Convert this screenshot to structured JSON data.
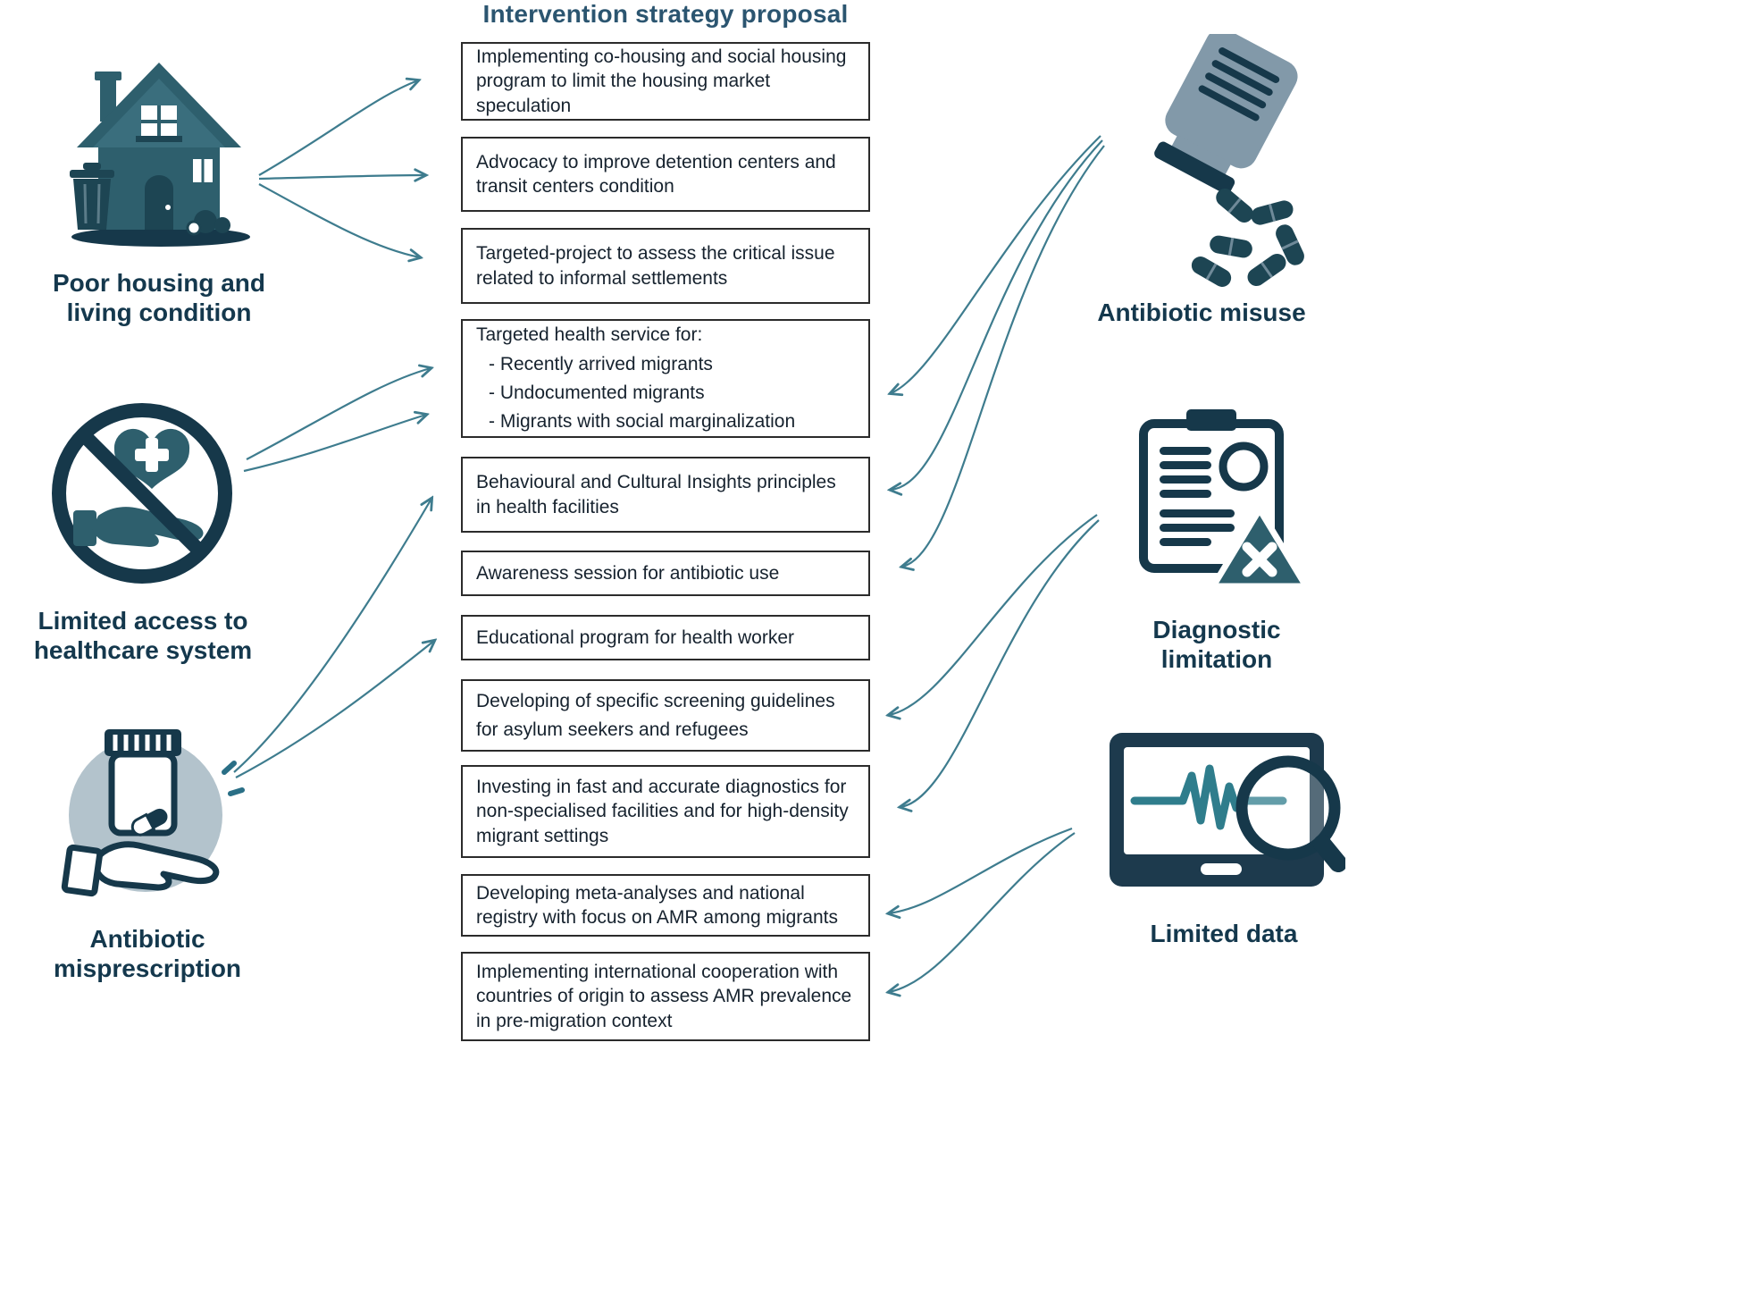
{
  "title": "Intervention strategy proposal",
  "left_causes": [
    {
      "id": "poor-housing",
      "label": "Poor housing and\nliving condition",
      "icon": "house-icon"
    },
    {
      "id": "limited-access",
      "label": "Limited access to\nhealthcare system",
      "icon": "no-healthcare-access-icon"
    },
    {
      "id": "antibiotic-misprescription",
      "label": "Antibiotic misprescription",
      "icon": "pill-bottle-in-hand-icon"
    }
  ],
  "right_causes": [
    {
      "id": "antibiotic-misuse",
      "label": "Antibiotic misuse",
      "icon": "spilled-antibiotic-bottle-icon"
    },
    {
      "id": "diagnostic-limitation",
      "label": "Diagnostic limitation",
      "icon": "clipboard-warning-icon"
    },
    {
      "id": "limited-data",
      "label": "Limited data",
      "icon": "monitor-heartbeat-magnifier-icon"
    }
  ],
  "interventions": [
    {
      "lines": [
        "Implementing co-housing and social housing program to limit the housing market speculation"
      ]
    },
    {
      "lines": [
        "Advocacy to improve detention centers and transit centers condition"
      ]
    },
    {
      "lines": [
        "Targeted-project to assess the critical issue related to informal settlements"
      ]
    },
    {
      "lines": [
        "Targeted health service for:",
        "- Recently arrived migrants",
        "- Undocumented migrants",
        "- Migrants with social marginalization"
      ]
    },
    {
      "lines": [
        "Behavioural and Cultural Insights principles in health facilities"
      ]
    },
    {
      "lines": [
        "Awareness session for antibiotic use"
      ]
    },
    {
      "lines": [
        "Educational program for health worker"
      ]
    },
    {
      "lines": [
        "Developing of specific screening guidelines",
        "for asylum seekers and refugees"
      ]
    },
    {
      "lines": [
        "Investing in fast and accurate diagnostics for non-specialised facilities and for high-density migrant settings"
      ]
    },
    {
      "lines": [
        "Developing meta-analyses and national registry with focus on AMR among migrants"
      ]
    },
    {
      "lines": [
        "Implementing international cooperation with countries of origin to assess AMR prevalence in pre-migration context"
      ]
    }
  ],
  "connections": [
    {
      "from": "poor-housing",
      "to": 0
    },
    {
      "from": "poor-housing",
      "to": 1
    },
    {
      "from": "poor-housing",
      "to": 2
    },
    {
      "from": "limited-access",
      "to": 3
    },
    {
      "from": "limited-access",
      "to": 3
    },
    {
      "from": "antibiotic-misprescription",
      "to": 4
    },
    {
      "from": "antibiotic-misprescription",
      "to": 6
    },
    {
      "from": "antibiotic-misuse",
      "to": 3
    },
    {
      "from": "antibiotic-misuse",
      "to": 4
    },
    {
      "from": "antibiotic-misuse",
      "to": 5
    },
    {
      "from": "diagnostic-limitation",
      "to": 7
    },
    {
      "from": "diagnostic-limitation",
      "to": 8
    },
    {
      "from": "limited-data",
      "to": 9
    },
    {
      "from": "limited-data",
      "to": 10
    }
  ],
  "colors": {
    "accent_teal": "#2e5f6d",
    "dark_navy": "#16384a",
    "arrow": "#3e7c8e",
    "light_steel": "#8299a9",
    "light_circle": "#b3c3cc",
    "title_text": "#2b5570",
    "label_text": "#14384d",
    "box_border": "#2b2b2b"
  }
}
